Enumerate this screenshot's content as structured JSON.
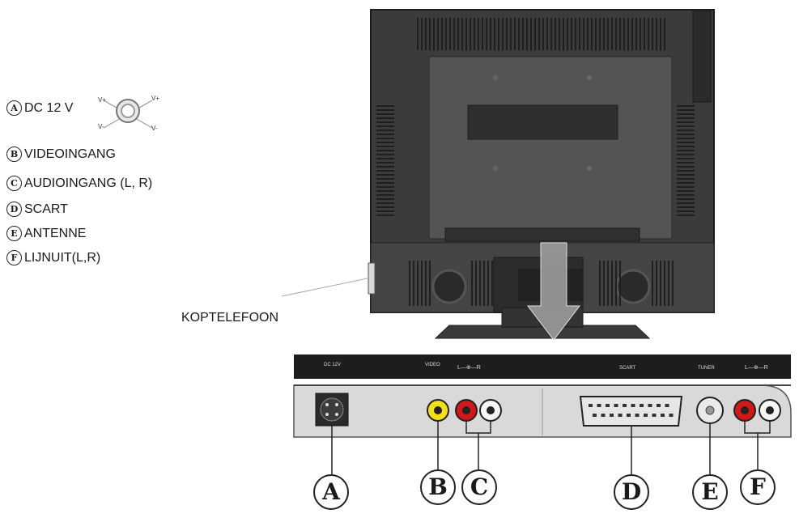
{
  "legend": [
    {
      "letter": "A",
      "text": "DC 12 V"
    },
    {
      "letter": "B",
      "text": "VIDEOINGANG"
    },
    {
      "letter": "C",
      "text": "AUDIOINGANG (L, R)"
    },
    {
      "letter": "D",
      "text": "SCART"
    },
    {
      "letter": "E",
      "text": "ANTENNE"
    },
    {
      "letter": "F",
      "text": "LIJNUIT(L,R)"
    }
  ],
  "dc_icon_labels": {
    "tl": "V+",
    "tr": "V+",
    "bl": "V-",
    "br": "V-"
  },
  "headphone_label": "KOPTELEFOON",
  "panel_labels": {
    "dc": "DC 12V",
    "video": "VIDEO",
    "audio_in": "L—⊕—R",
    "scart": "SCART",
    "tuner": "TUNER",
    "line_out": "L—⊕—R"
  },
  "callouts": [
    "A",
    "B",
    "C",
    "D",
    "E",
    "F"
  ]
}
